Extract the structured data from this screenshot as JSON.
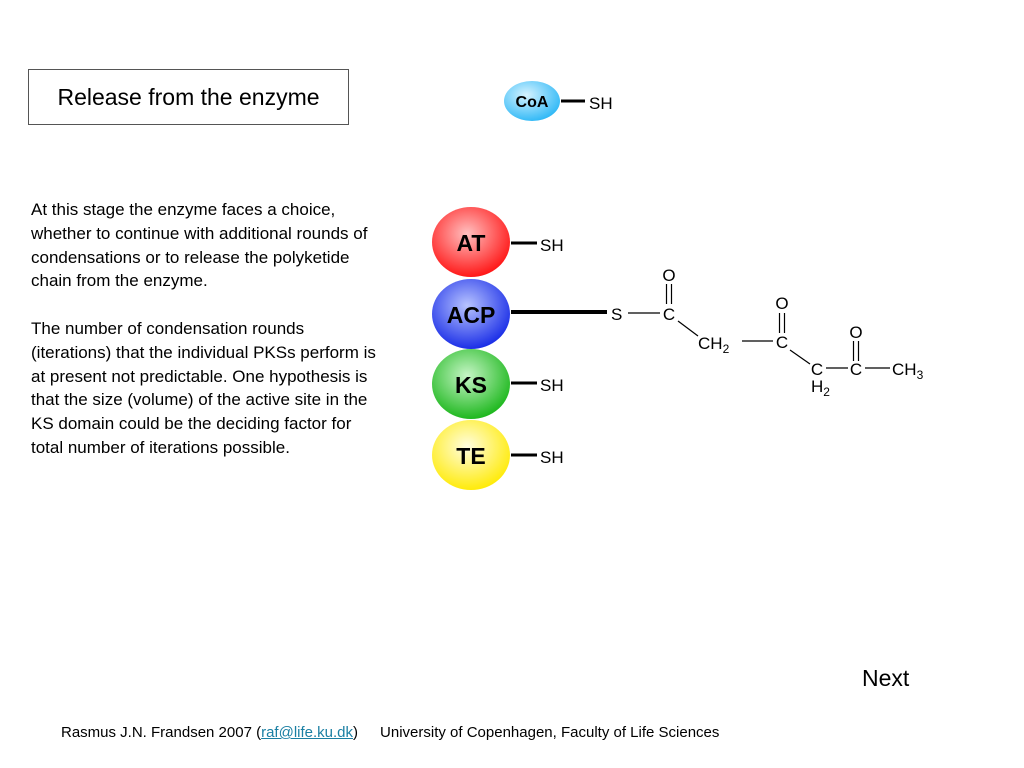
{
  "slide": {
    "title": "Release from the enzyme",
    "paragraphs": [
      "At this stage the enzyme faces a choice, whether to continue with additional rounds of condensations or to release the polyketide chain from the enzyme.",
      "The number of condensation rounds (iterations) that the individual PKSs perform is at present not predictable. One hypothesis is that the size (volume) of the active site in the KS domain could be the deciding factor for total number of iterations possible."
    ],
    "next_label": "Next"
  },
  "diagram": {
    "coa": {
      "label": "CoA",
      "group": "SH"
    },
    "domains": [
      {
        "label": "AT",
        "group": "SH"
      },
      {
        "label": "ACP",
        "group": "S"
      },
      {
        "label": "KS",
        "group": "SH"
      },
      {
        "label": "TE",
        "group": "SH"
      }
    ],
    "chain": {
      "c": "C",
      "o": "O",
      "ch2": "CH",
      "ch3": "CH",
      "h": "H",
      "sub2": "2",
      "sub3": "3"
    },
    "colors": {
      "coa": "#4fc3f7",
      "at": "#ff1a1a",
      "acp": "#2233ee",
      "ks": "#22bb22",
      "te": "#ffee00"
    }
  },
  "footer": {
    "author": "Rasmus J.N. Frandsen 2007",
    "paren_open": "(",
    "email": "raf@life.ku.dk",
    "paren_close": ")",
    "institution": "University of Copenhagen, Faculty of Life Sciences"
  }
}
